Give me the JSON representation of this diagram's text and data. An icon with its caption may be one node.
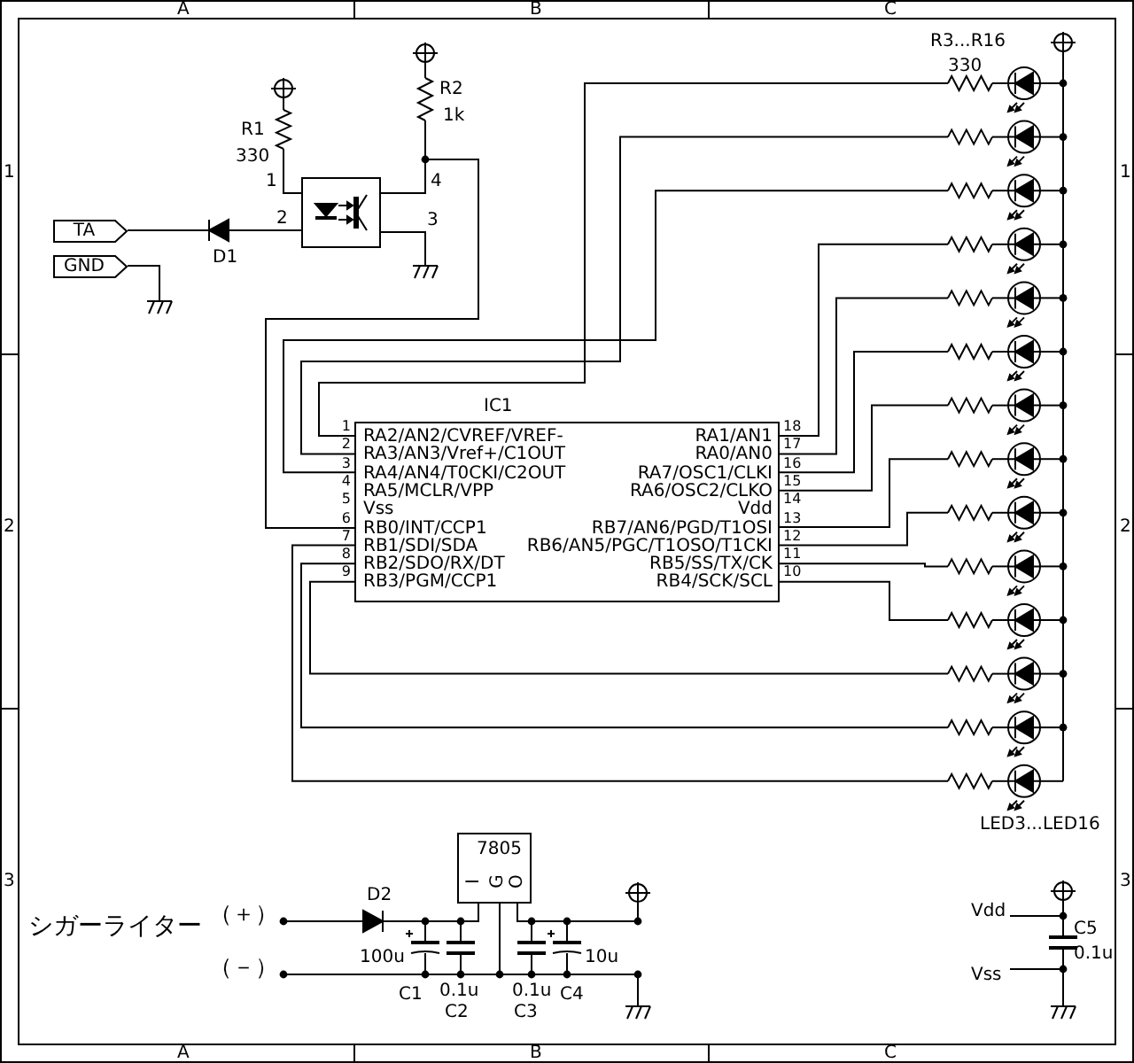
{
  "diagram": {
    "nodes": [
      {
        "text": [
          "TA"
        ]
      },
      {
        "text": [
          "GND"
        ]
      },
      {
        "text": [],
        "shape": "box",
        "beside": [
          "1",
          "4",
          "2",
          "3"
        ]
      },
      {
        "text": [
          "IC1",
          "RA2/AN2/CVREF/VREF-",
          "RA3/AN3/Vref+/C1OUT",
          "RA4/AN4/T0CKI/C2OUT",
          "RA5/MCLR/VPP",
          "Vss",
          "RB0/INT/CCP1",
          "RB1/SDI/SDA",
          "RB2/SDO/RX/DT",
          "RB3/PGM/CCP1",
          "RA1/AN1",
          "RA0/AN0",
          "RA7/OSC1/CLKI",
          "RA6/OSC2/CLKO",
          "Vdd",
          "RB7/AN6/PGD/T1OSI",
          "RB6/AN5/PGC/T1OSO/T1CKI",
          "RB5/SS/TX/CK",
          "RB4/SCK/SCL"
        ],
        "beside": [
          "1",
          "2",
          "3",
          "4",
          "5",
          "6",
          "7",
          "8",
          "9",
          "18",
          "17",
          "16",
          "15",
          "14",
          "13",
          "12",
          "11",
          "10"
        ]
      },
      {
        "text": [
          "7805",
          "I",
          "G",
          "O"
        ]
      }
    ],
    "edges": [
      {
        "from": 2,
        "to": 3,
        "arrow": "none"
      }
    ],
    "labels": [
      "A",
      "B",
      "C",
      "R3...R16",
      "330",
      "R2",
      "1k",
      "R1",
      "330",
      "1",
      "1",
      "D1",
      "2",
      "2",
      "LED3...LED16",
      "3",
      "3",
      "D2",
      "（＋）",
      "シガーライター",
      "（－）",
      "100u",
      "10u",
      "Vdd",
      "C5",
      "0.1u",
      "Vss",
      "C1",
      "0.1u",
      "0.1u",
      "C4",
      "C2",
      "C3",
      "A",
      "B",
      "C"
    ]
  }
}
